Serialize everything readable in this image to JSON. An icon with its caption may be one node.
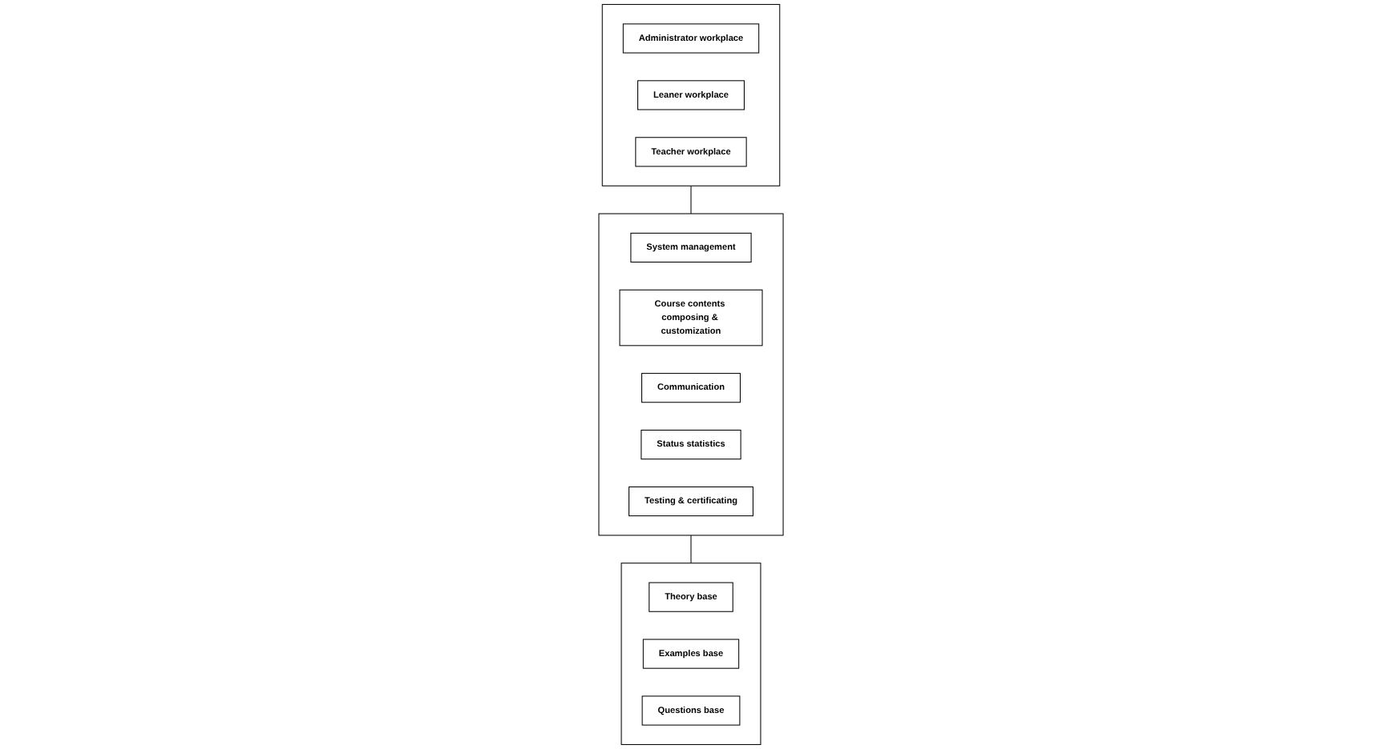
{
  "diagram": {
    "nodes": [
      {
        "text": [],
        "shape": "box"
      },
      {
        "text": [
          "Administrator workplace"
        ],
        "in": 0
      },
      {
        "text": [
          "Leaner workplace"
        ],
        "in": 0
      },
      {
        "text": [
          "Teacher workplace"
        ],
        "in": 0
      },
      {
        "text": [],
        "shape": "box"
      },
      {
        "text": [
          "System management"
        ],
        "in": 4
      },
      {
        "text": [
          "Course contents composing & customization"
        ],
        "in": 4
      },
      {
        "text": [
          "Communication"
        ],
        "in": 4
      },
      {
        "text": [
          "Status statistics"
        ],
        "in": 4
      },
      {
        "text": [
          "Testing & certificating"
        ],
        "in": 4
      },
      {
        "text": [],
        "shape": "box"
      },
      {
        "text": [
          "Theory base"
        ],
        "in": 10
      },
      {
        "text": [
          "Examples base"
        ],
        "in": 10
      },
      {
        "text": [
          "Questions base"
        ],
        "in": 10
      }
    ],
    "edges": [
      {
        "from": 0,
        "to": 4,
        "arrow": "none"
      },
      {
        "from": 4,
        "to": 10,
        "arrow": "none"
      }
    ]
  }
}
